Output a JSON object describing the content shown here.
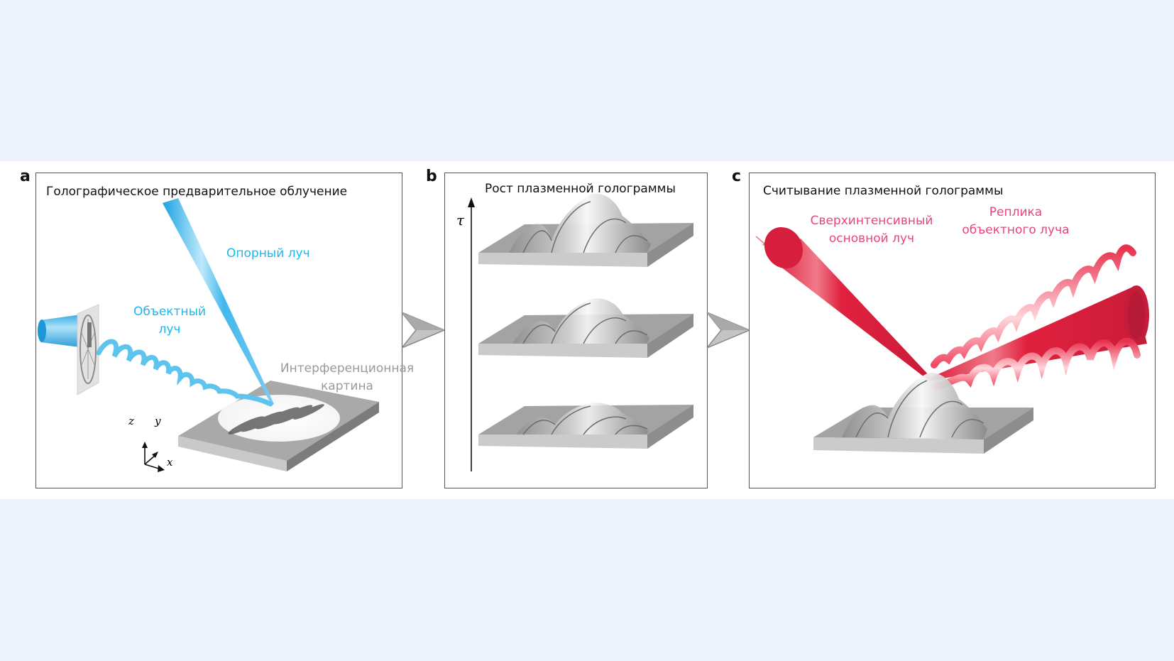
{
  "figure": {
    "panels": [
      {
        "label": "a",
        "title": "Голографическое предварительное облучение",
        "annotations": {
          "reference_beam": "Опорный луч",
          "object_beam_line1": "Объектный",
          "object_beam_line2": "луч",
          "interference_line1": "Интерференционная",
          "interference_line2": "картина"
        },
        "axes": {
          "z": "z",
          "y": "y",
          "x": "x"
        }
      },
      {
        "label": "b",
        "title": "Рост плазменной голограммы",
        "time_axis_label": "τ"
      },
      {
        "label": "c",
        "title": "Считывание плазменной голограммы",
        "annotations": {
          "driver_line1": "Сверхинтенсивный",
          "driver_line2": "основной луч",
          "replica_line1": "Реплика",
          "replica_line2": "объектного луча"
        }
      }
    ],
    "colors": {
      "background": "#eef2fc",
      "blue_beam": "#3fb6ea",
      "blue_text": "#19b8ec",
      "red_beam": "#e0213f",
      "pink_text": "#e8457c",
      "grey_text": "#9a9a9a",
      "surface": "#9c9c9c"
    }
  }
}
